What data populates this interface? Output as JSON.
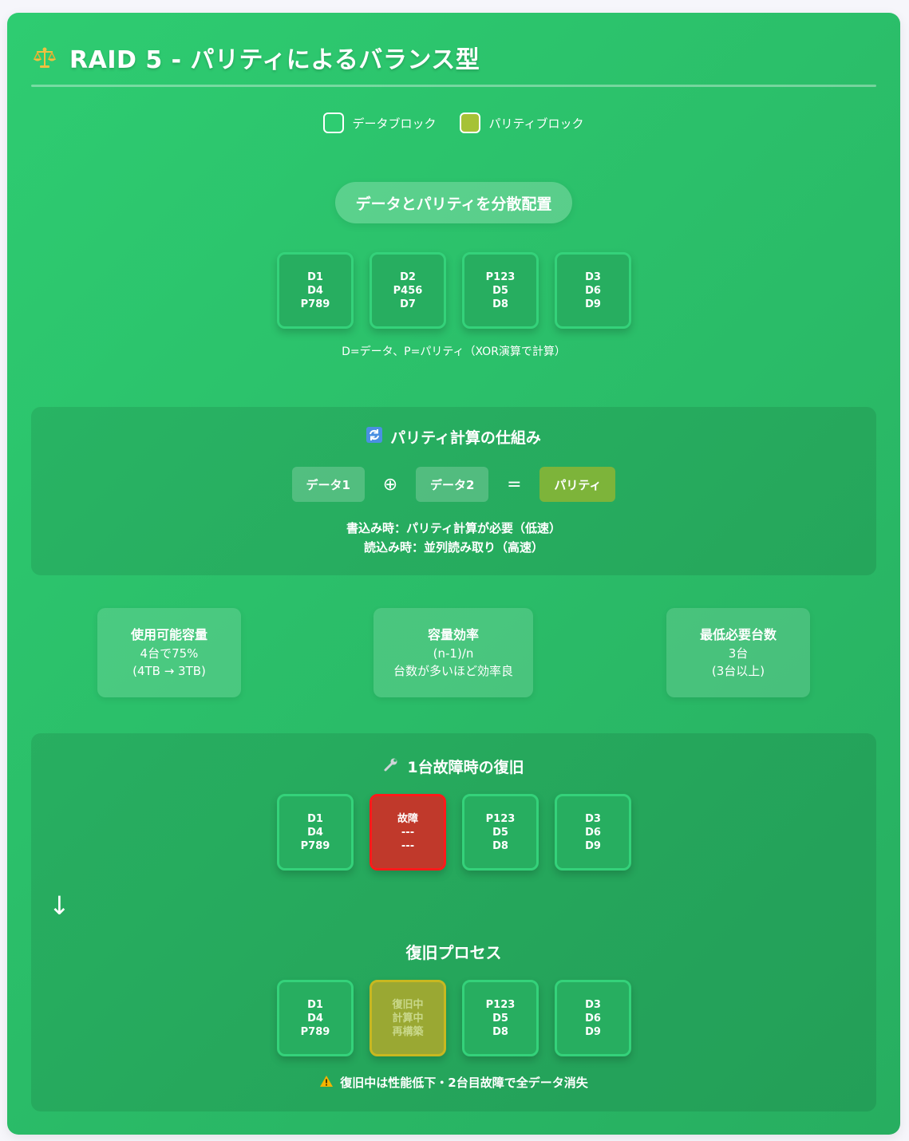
{
  "title": "RAID 5 - パリティによるバランス型",
  "legend": {
    "data_label": "データブロック",
    "parity_label": "パリティブロック"
  },
  "distribution": {
    "label": "データとパリティを分散配置",
    "disks": [
      {
        "lines": [
          "D1",
          "D4",
          "P789"
        ]
      },
      {
        "lines": [
          "D2",
          "P456",
          "D7"
        ]
      },
      {
        "lines": [
          "P123",
          "D5",
          "D8"
        ]
      },
      {
        "lines": [
          "D3",
          "D6",
          "D9"
        ]
      }
    ],
    "note": "D=データ、P=パリティ（XOR演算で計算）"
  },
  "parity_panel": {
    "title": "パリティ計算の仕組み",
    "data1": "データ1",
    "op_xor": "⊕",
    "data2": "データ2",
    "op_eq": "=",
    "result": "パリティ",
    "line1": "書込み時：パリティ計算が必要（低速）",
    "line2": "読込み時：並列読み取り（高速）"
  },
  "stats": [
    {
      "title": "使用可能容量",
      "line1": "4台で75%",
      "line2": "(4TB → 3TB)"
    },
    {
      "title": "容量効率",
      "line1": "(n-1)/n",
      "line2": "台数が多いほど効率良"
    },
    {
      "title": "最低必要台数",
      "line1": "3台",
      "line2": "(3台以上)"
    }
  ],
  "recovery_panel": {
    "title": "1台故障時の復旧",
    "failure_disks": [
      {
        "lines": [
          "D1",
          "D4",
          "P789"
        ]
      },
      {
        "lines": [
          "故障",
          "---",
          "---"
        ]
      },
      {
        "lines": [
          "P123",
          "D5",
          "D8"
        ]
      },
      {
        "lines": [
          "D3",
          "D6",
          "D9"
        ]
      }
    ],
    "arrow": "↓",
    "process_title": "復旧プロセス",
    "rebuild_disks": [
      {
        "lines": [
          "D1",
          "D4",
          "P789"
        ]
      },
      {
        "lines": [
          "復旧中",
          "計算中",
          "再構築"
        ]
      },
      {
        "lines": [
          "P123",
          "D5",
          "D8"
        ]
      },
      {
        "lines": [
          "D3",
          "D6",
          "D9"
        ]
      }
    ],
    "warning": "復旧中は性能低下・2台目故障で全データ消失"
  },
  "colors": {
    "card_gradient_start": "#2ecc71",
    "card_gradient_end": "#27ae60",
    "parity": "#a6c236",
    "failed": "#c0392b",
    "rebuilding": "#9aa833"
  }
}
